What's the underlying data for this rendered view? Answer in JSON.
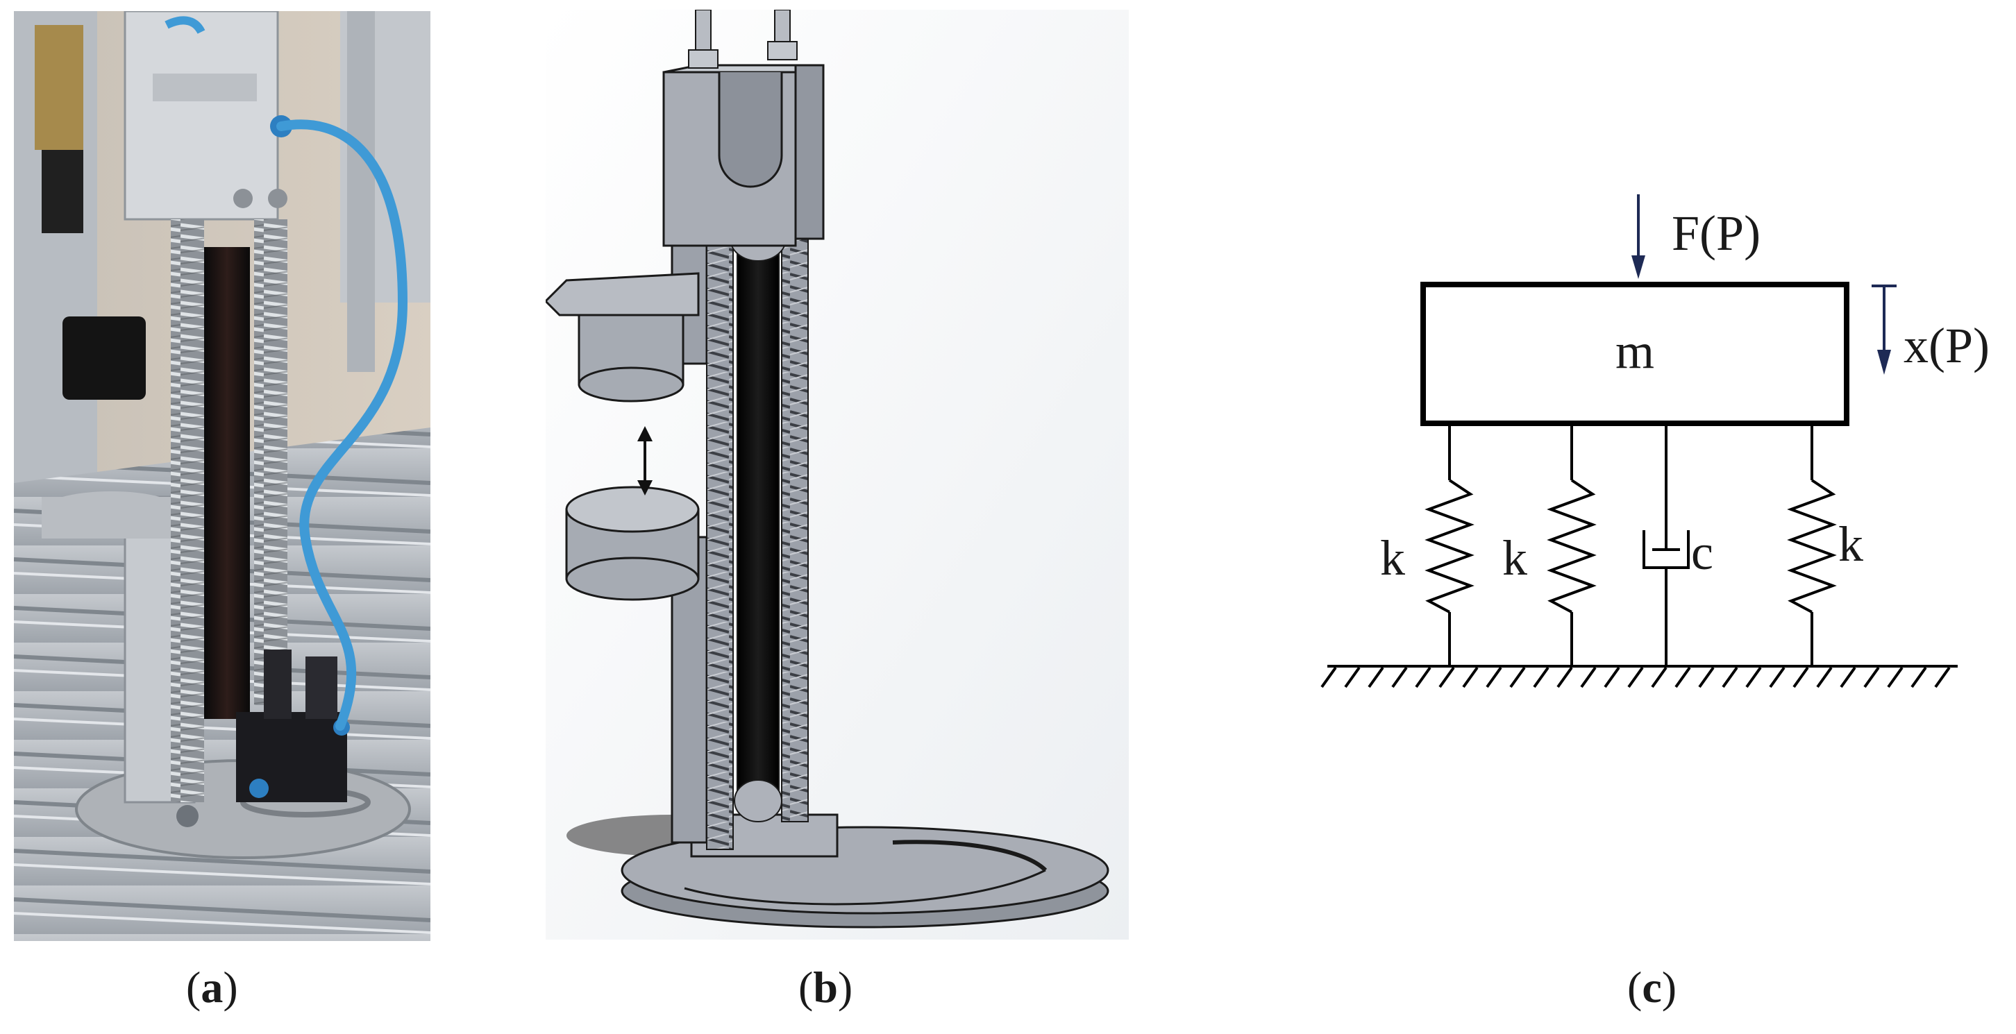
{
  "panels": [
    {
      "id": "a",
      "caption": "a"
    },
    {
      "id": "b",
      "caption": "b"
    },
    {
      "id": "c",
      "caption": "c"
    }
  ],
  "diagram_c": {
    "force_label": "F(P)",
    "displacement_label": "x(P)",
    "mass_label": "m",
    "spring_label_1": "k",
    "spring_label_2": "k",
    "damper_label": "c",
    "spring_label_3": "k"
  },
  "colors": {
    "line": "#1a1a1a",
    "arrow": "#1e2a55",
    "metal_gray": "#9ea3ad",
    "aluminum": "#c9ccd1",
    "hose_blue": "#3f9ad6",
    "rubber_black": "#141414"
  }
}
